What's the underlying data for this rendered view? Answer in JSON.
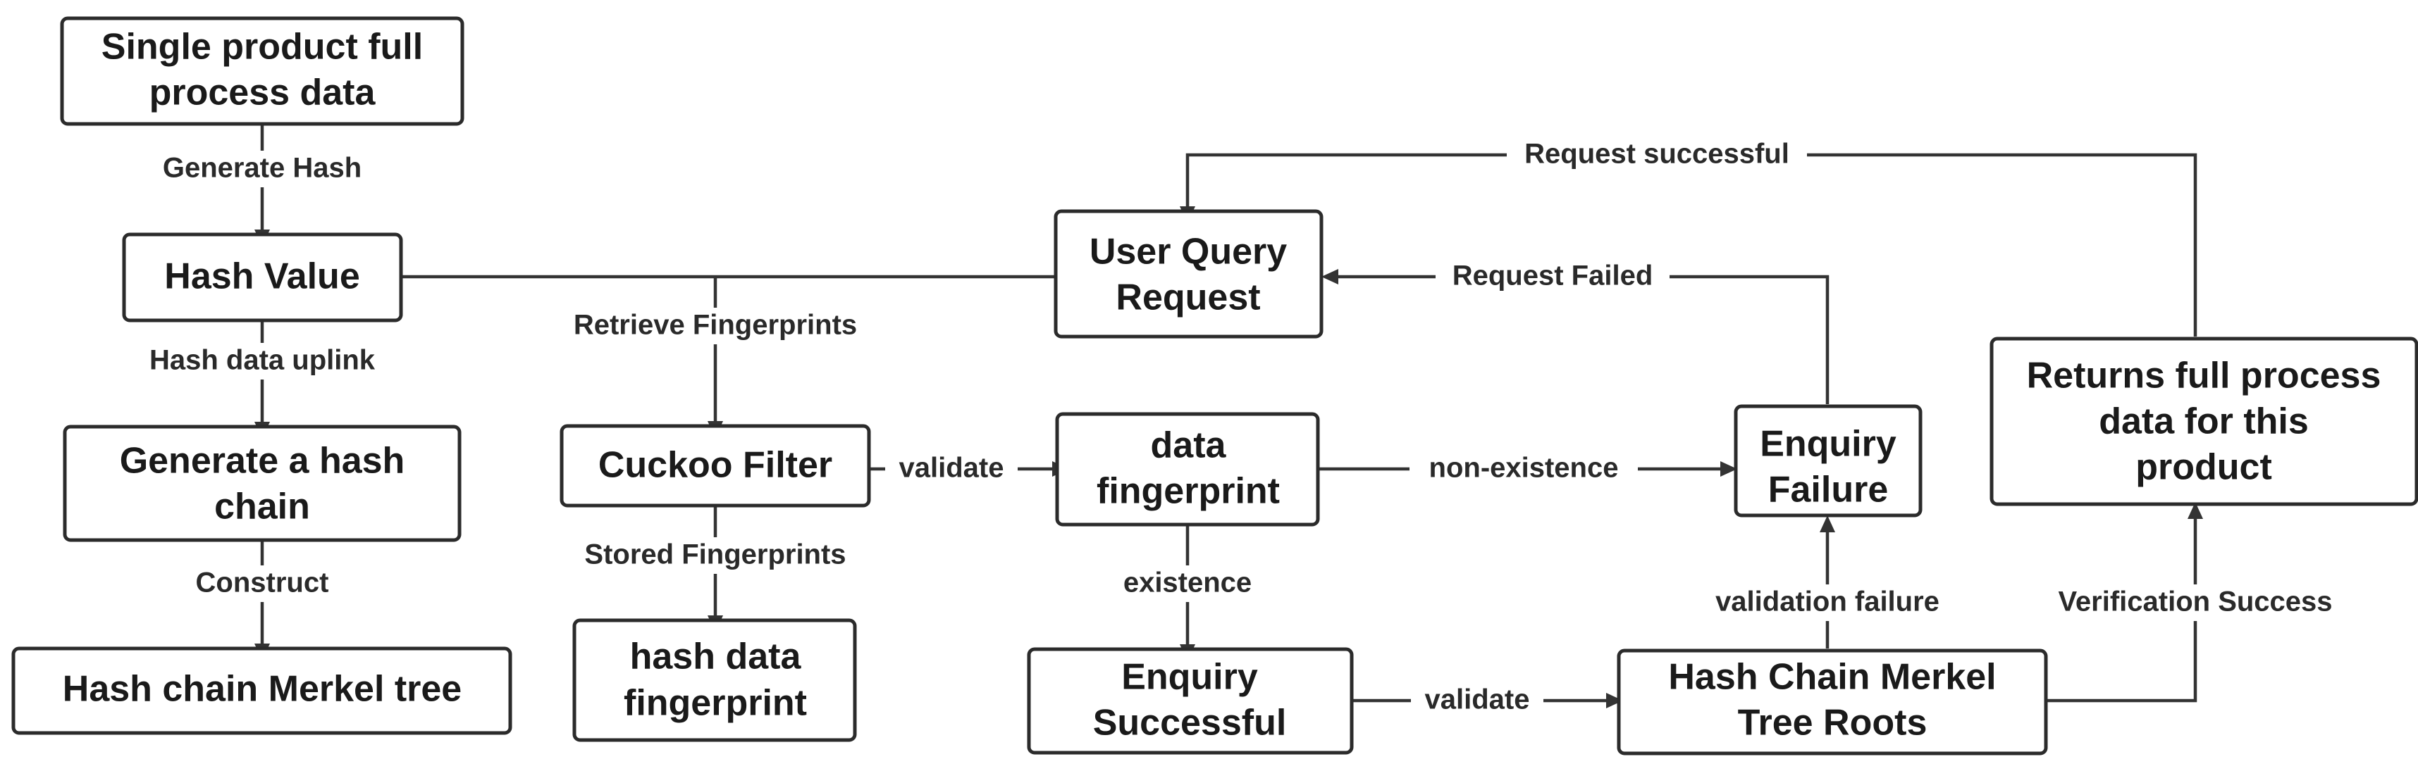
{
  "nodes": {
    "single_product": [
      "Single product full",
      "process data"
    ],
    "hash_value": [
      "Hash Value"
    ],
    "generate_chain": [
      "Generate a hash",
      "chain"
    ],
    "merkel_tree": [
      "Hash chain Merkel tree"
    ],
    "user_query": [
      "User Query",
      "Request"
    ],
    "cuckoo_filter": [
      "Cuckoo Filter"
    ],
    "hash_fingerprint": [
      "hash data",
      "fingerprint"
    ],
    "data_fingerprint": [
      "data",
      "fingerprint"
    ],
    "enquiry_successful": [
      "Enquiry",
      "Successful"
    ],
    "enquiry_failure": [
      "Enquiry",
      "Failure"
    ],
    "merkel_roots": [
      "Hash Chain Merkel",
      "Tree Roots"
    ],
    "returns_full": [
      "Returns full process",
      "data for this",
      "product"
    ]
  },
  "edges": {
    "generate_hash": "Generate Hash",
    "hash_uplink": "Hash data uplink",
    "construct": "Construct",
    "retrieve_fingerprints": "Retrieve Fingerprints",
    "stored_fingerprints": "Stored Fingerprints",
    "validate_1": "validate",
    "non_existence": "non-existence",
    "existence": "existence",
    "validate_2": "validate",
    "validation_failure": "validation failure",
    "verification_success": "Verification Success",
    "request_failed": "Request Failed",
    "request_successful": "Request successful"
  },
  "colors": {
    "stroke": "#2b2b2b",
    "text": "#1a1a1a",
    "background": "#ffffff"
  }
}
